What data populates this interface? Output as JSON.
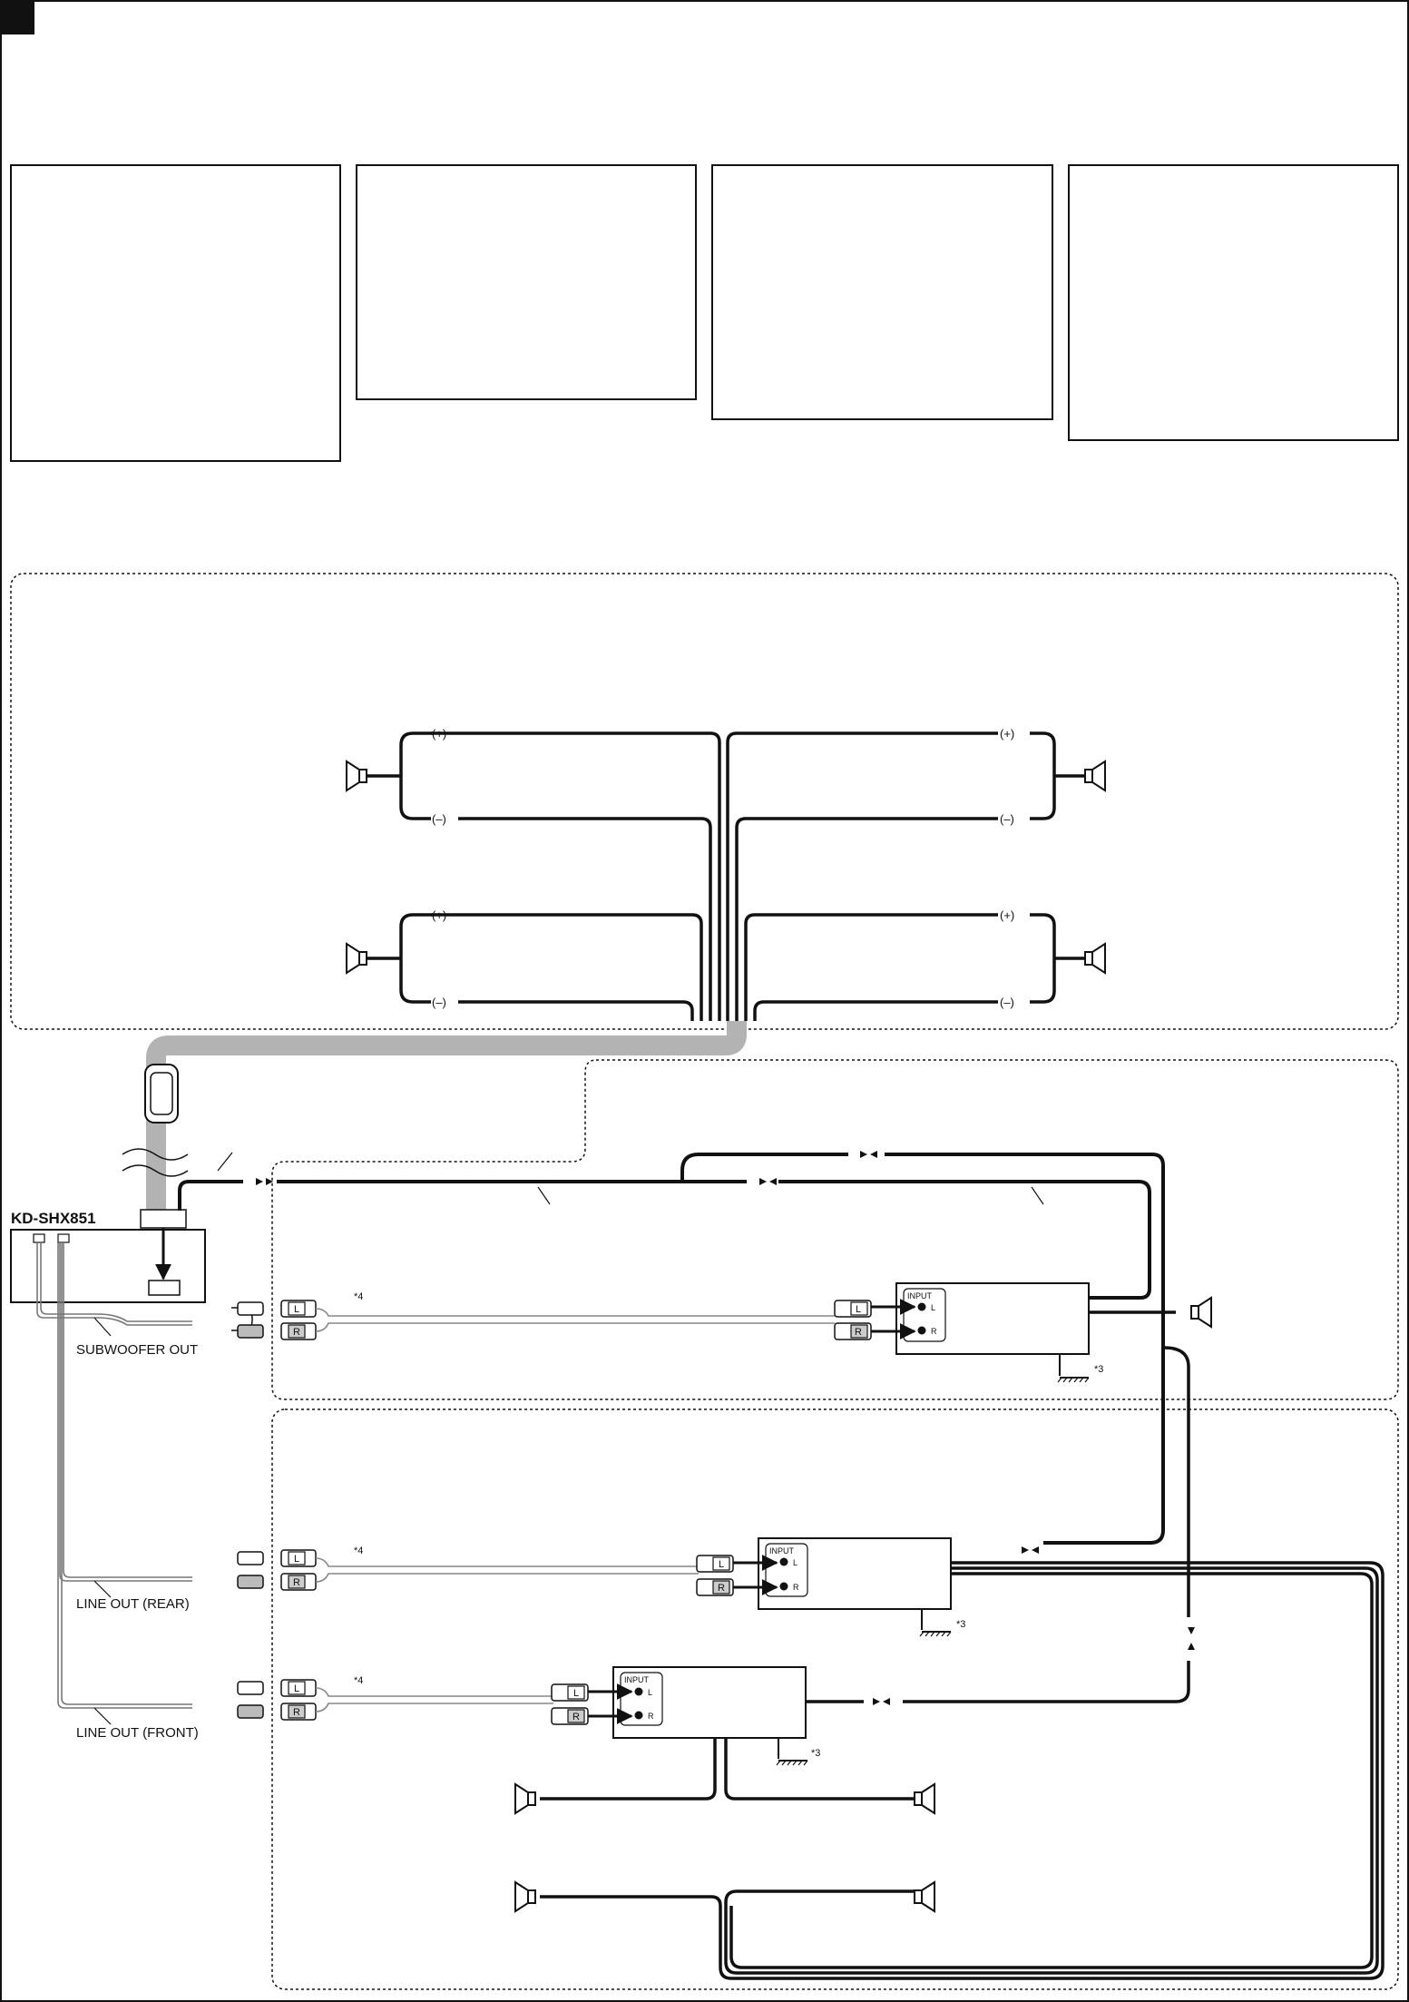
{
  "unit": {
    "model": "KD-SHX851",
    "outputs": {
      "subwoofer": "SUBWOOFER OUT",
      "line_rear": "LINE OUT (REAR)",
      "line_front": "LINE OUT (FRONT)"
    }
  },
  "speaker_wiring": {
    "plus": "(+)",
    "minus": "(–)"
  },
  "rca": {
    "left": "L",
    "right": "R",
    "note_marker": "*4"
  },
  "amplifier": {
    "input_label": "INPUT",
    "left": "L",
    "right": "R",
    "ground_marker": "*3"
  },
  "colors": {
    "ink": "#111111",
    "harness": "#b3b3b3",
    "rca_cable": "#9a9a9a"
  }
}
